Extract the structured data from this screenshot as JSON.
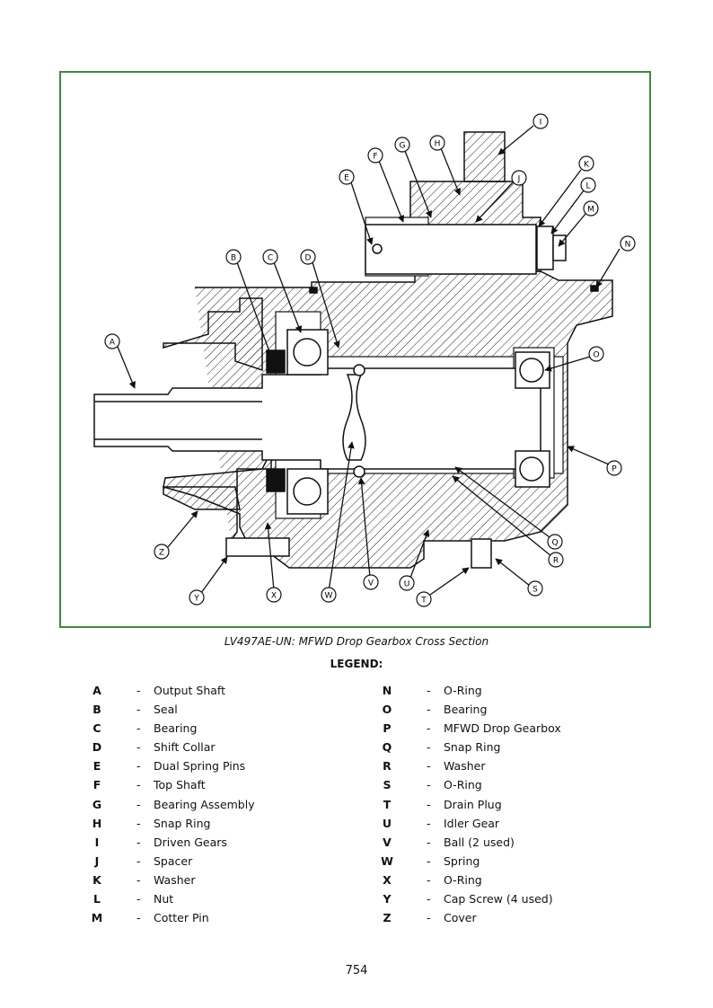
{
  "figure": {
    "callouts": [
      "A",
      "B",
      "C",
      "D",
      "E",
      "F",
      "G",
      "H",
      "I",
      "J",
      "K",
      "L",
      "M",
      "N",
      "O",
      "P",
      "Q",
      "R",
      "S",
      "T",
      "U",
      "V",
      "W",
      "X",
      "Y",
      "Z"
    ],
    "caption": "LV497AE-UN: MFWD Drop Gearbox Cross Section"
  },
  "legend": {
    "title": "LEGEND:",
    "left": [
      {
        "letter": "A",
        "dash": "-",
        "desc": "Output Shaft"
      },
      {
        "letter": "B",
        "dash": "-",
        "desc": "Seal"
      },
      {
        "letter": "C",
        "dash": "-",
        "desc": "Bearing"
      },
      {
        "letter": "D",
        "dash": "-",
        "desc": "Shift Collar"
      },
      {
        "letter": "E",
        "dash": "-",
        "desc": "Dual Spring Pins"
      },
      {
        "letter": "F",
        "dash": "-",
        "desc": "Top Shaft"
      },
      {
        "letter": "G",
        "dash": "-",
        "desc": "Bearing Assembly"
      },
      {
        "letter": "H",
        "dash": "-",
        "desc": "Snap Ring"
      },
      {
        "letter": "I",
        "dash": "-",
        "desc": "Driven Gears"
      },
      {
        "letter": "J",
        "dash": "-",
        "desc": "Spacer"
      },
      {
        "letter": "K",
        "dash": "-",
        "desc": "Washer"
      },
      {
        "letter": "L",
        "dash": "-",
        "desc": "Nut"
      },
      {
        "letter": "M",
        "dash": "-",
        "desc": "Cotter Pin"
      }
    ],
    "right": [
      {
        "letter": "N",
        "dash": "-",
        "desc": "O-Ring"
      },
      {
        "letter": "O",
        "dash": "-",
        "desc": "Bearing"
      },
      {
        "letter": "P",
        "dash": "-",
        "desc": "MFWD Drop Gearbox"
      },
      {
        "letter": "Q",
        "dash": "-",
        "desc": "Snap Ring"
      },
      {
        "letter": "R",
        "dash": "-",
        "desc": "Washer"
      },
      {
        "letter": "S",
        "dash": "-",
        "desc": "O-Ring"
      },
      {
        "letter": "T",
        "dash": "-",
        "desc": "Drain Plug"
      },
      {
        "letter": "U",
        "dash": "-",
        "desc": "Idler Gear"
      },
      {
        "letter": "V",
        "dash": "-",
        "desc": "Ball (2 used)"
      },
      {
        "letter": "W",
        "dash": "-",
        "desc": "Spring"
      },
      {
        "letter": "X",
        "dash": "-",
        "desc": "O-Ring"
      },
      {
        "letter": "Y",
        "dash": "-",
        "desc": "Cap Screw (4 used)"
      },
      {
        "letter": "Z",
        "dash": "-",
        "desc": "Cover"
      }
    ]
  },
  "page_number": "754"
}
